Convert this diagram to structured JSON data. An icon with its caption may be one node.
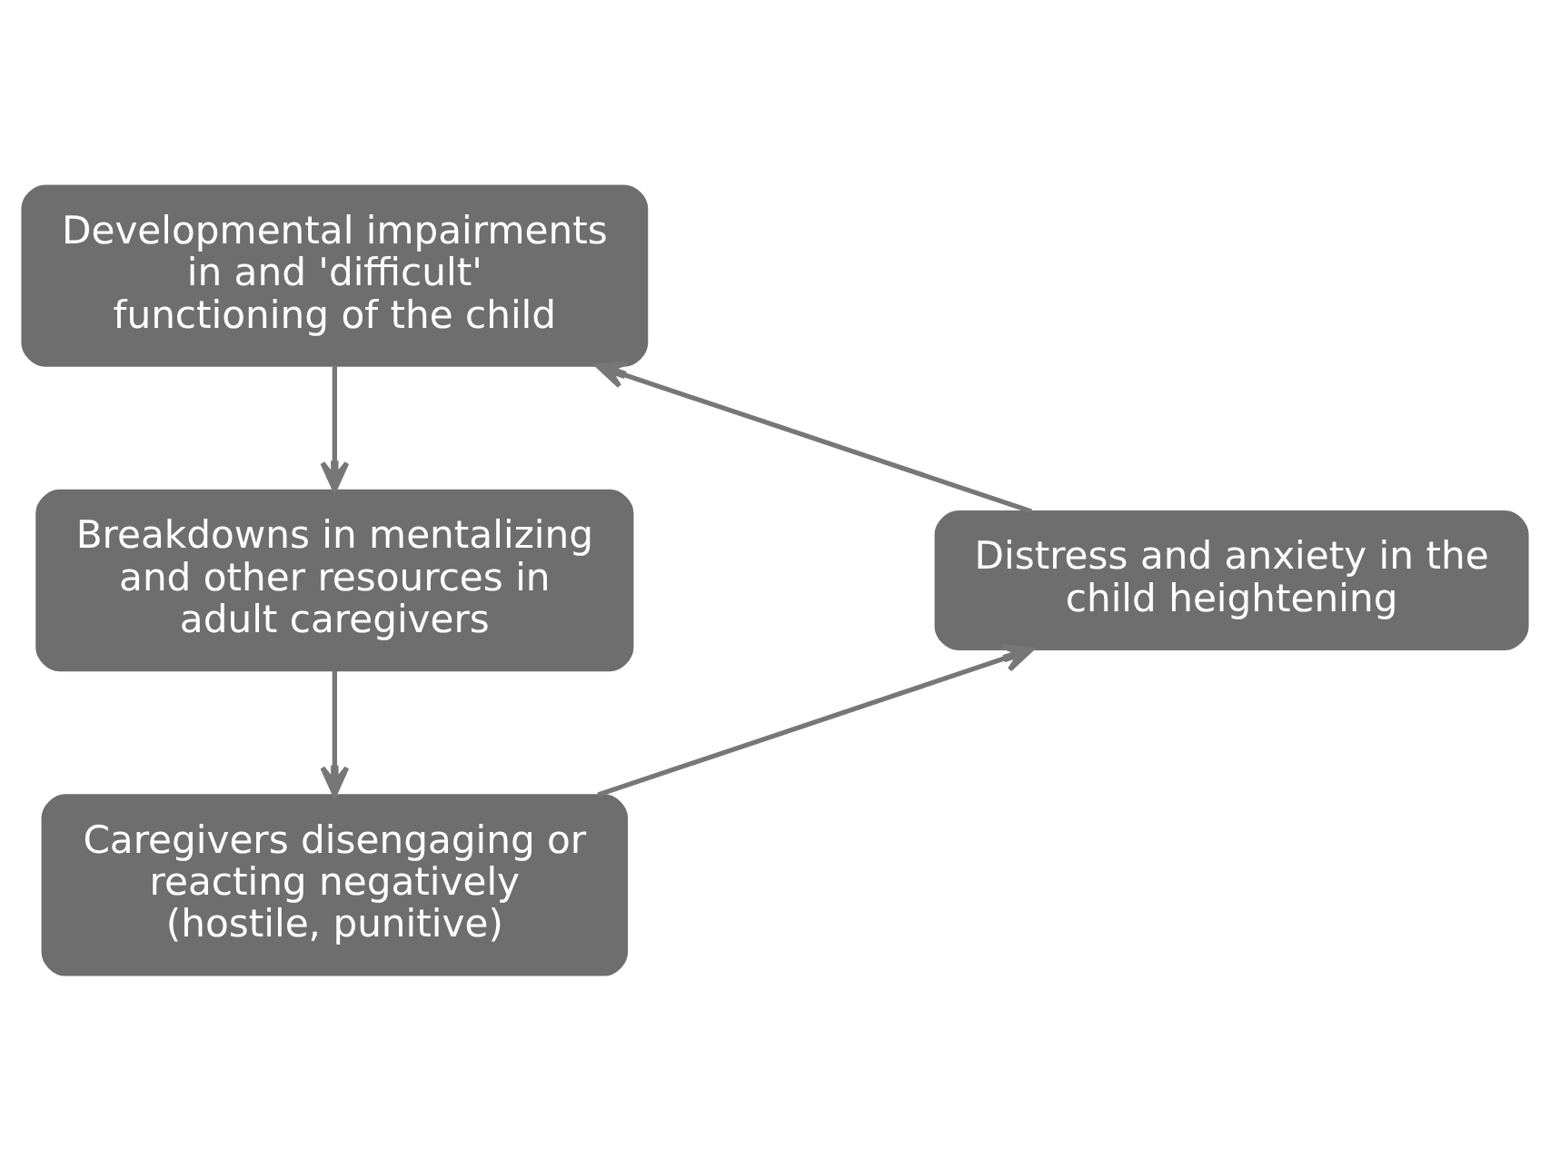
{
  "diagram": {
    "nodes": [
      {
        "text": [
          "Developmental impairments in and 'difficult' functioning of the child"
        ]
      },
      {
        "text": [
          "Breakdowns in mentalizing and other resources in adult caregivers"
        ]
      },
      {
        "text": [
          "Caregivers disengaging or reacting negatively (hostile, punitive)"
        ]
      },
      {
        "text": [
          "Distress and anxiety in the child heightening"
        ]
      }
    ],
    "edges": [
      {
        "from": 0,
        "to": 1,
        "arrow": "to"
      },
      {
        "from": 1,
        "to": 2,
        "arrow": "to"
      },
      {
        "from": 2,
        "to": 3,
        "arrow": "to"
      },
      {
        "from": 3,
        "to": 0,
        "arrow": "to"
      }
    ]
  }
}
